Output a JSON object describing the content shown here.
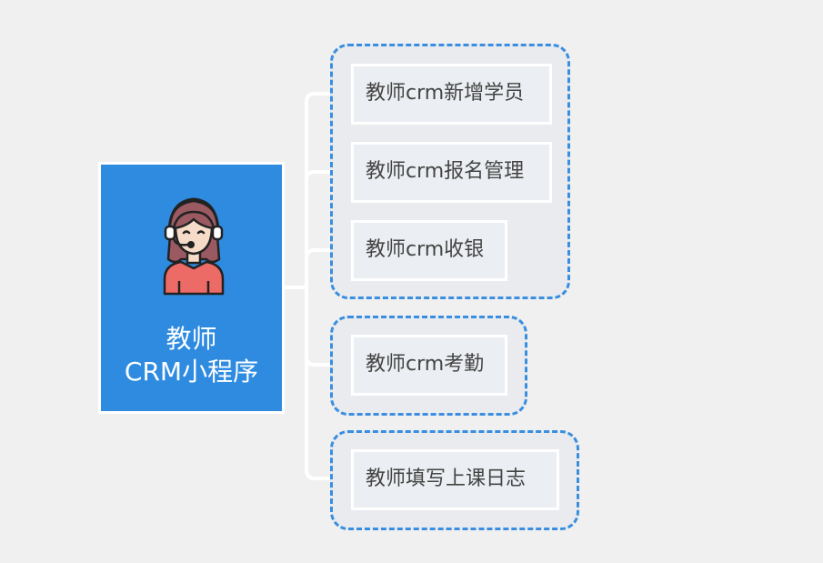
{
  "root": {
    "title_line1": "教师",
    "title_line2": "CRM小程序",
    "icon": "customer-service-agent-icon"
  },
  "nodes": [
    {
      "label": "教师crm新增学员"
    },
    {
      "label": "教师crm报名管理"
    },
    {
      "label": "教师crm收银"
    },
    {
      "label": "教师crm考勤"
    },
    {
      "label": "教师填写上课日志"
    }
  ],
  "colors": {
    "background": "#f0f0f0",
    "root_fill": "#2e8be0",
    "group_border": "#3a8ee0",
    "node_fill": "#ebeef2",
    "connector": "#ffffff",
    "text": "#444444"
  }
}
